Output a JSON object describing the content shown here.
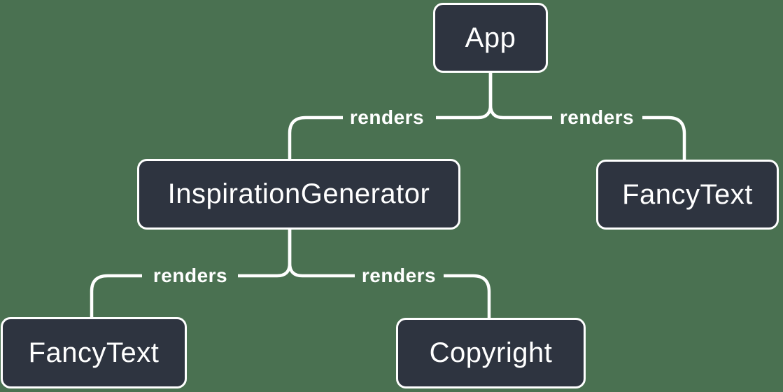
{
  "diagram": {
    "type": "tree",
    "nodes": [
      {
        "id": "app",
        "label": "App"
      },
      {
        "id": "inspiration-generator",
        "label": "InspirationGenerator"
      },
      {
        "id": "fancy-text-top",
        "label": "FancyText"
      },
      {
        "id": "fancy-text-bottom",
        "label": "FancyText"
      },
      {
        "id": "copyright",
        "label": "Copyright"
      }
    ],
    "edges": [
      {
        "from": "App",
        "to": "InspirationGenerator",
        "label": "renders"
      },
      {
        "from": "App",
        "to": "FancyText",
        "label": "renders"
      },
      {
        "from": "InspirationGenerator",
        "to": "FancyText",
        "label": "renders"
      },
      {
        "from": "InspirationGenerator",
        "to": "Copyright",
        "label": "renders"
      }
    ],
    "colors": {
      "background": "#4a7151",
      "node_fill": "#2e3440",
      "node_border": "#ffffff",
      "line": "#ffffff",
      "text": "#ffffff"
    }
  }
}
